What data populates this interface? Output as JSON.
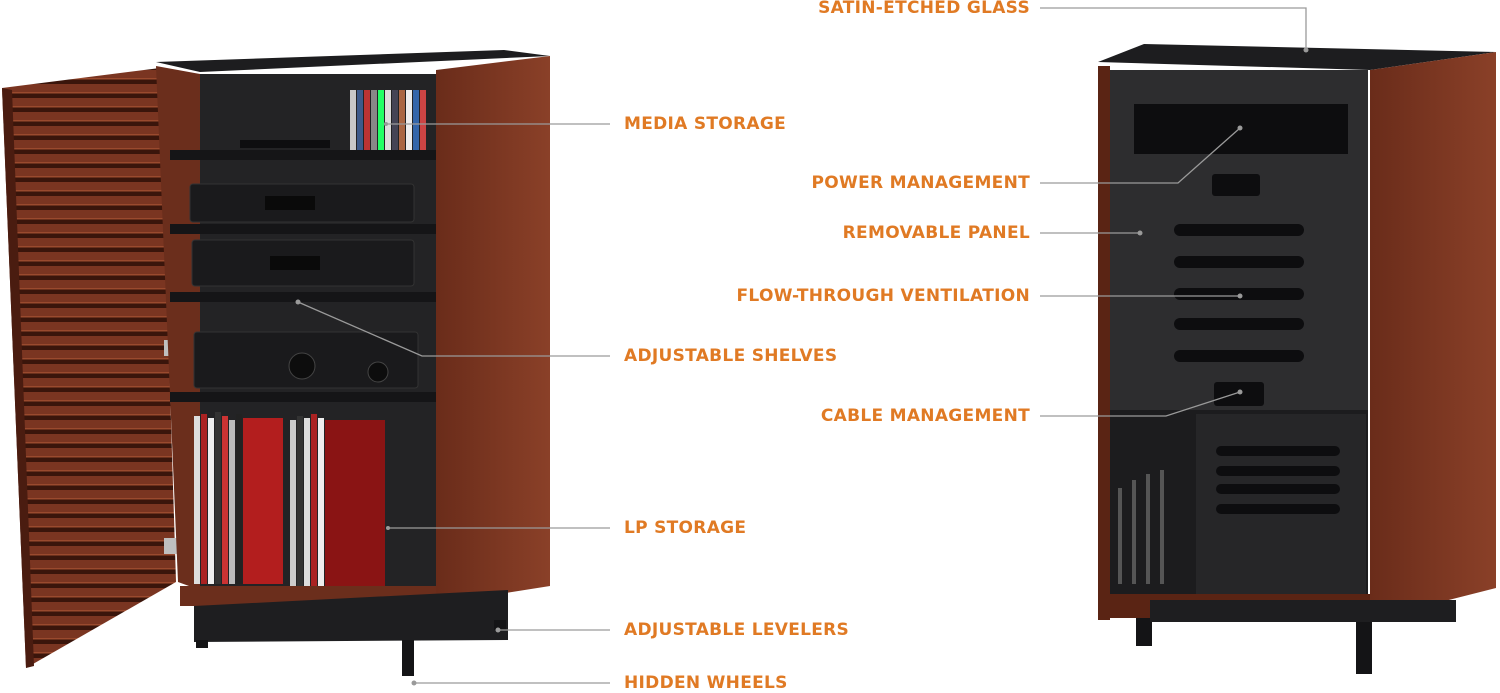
{
  "colors": {
    "accent": "#e07a24",
    "wood": "#6b2e1c",
    "wood_dark": "#4a1c10",
    "panel": "#2a2a2c",
    "steel": "#1e1e20",
    "leader": "#9a9a9a"
  },
  "callouts": {
    "media_storage": "MEDIA STORAGE",
    "adjustable_shelves": "ADJUSTABLE SHELVES",
    "lp_storage": "LP STORAGE",
    "adjustable_levelers": "ADJUSTABLE LEVELERS",
    "hidden_wheels": "HIDDEN WHEELS",
    "satin_etched_glass": "SATIN-ETCHED GLASS",
    "power_management": "POWER MANAGEMENT",
    "removable_panel": "REMOVABLE PANEL",
    "flow_through_ventilation": "FLOW-THROUGH VENTILATION",
    "cable_management": "CABLE MANAGEMENT"
  }
}
